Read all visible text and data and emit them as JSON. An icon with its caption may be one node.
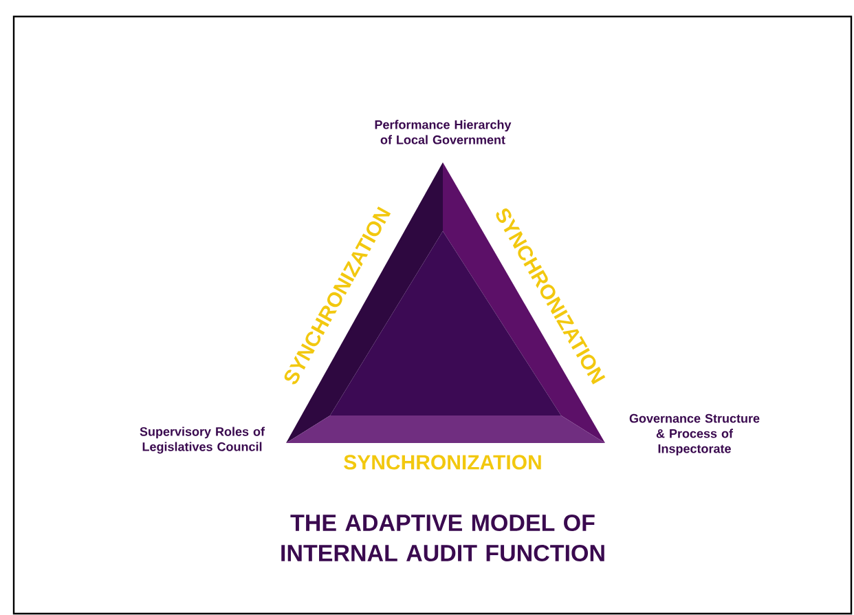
{
  "diagram": {
    "title": "THE ADAPTIVE MODEL OF INTERNAL AUDIT FUNCTION",
    "nodes": [
      {
        "text": [
          "Performance Hierarchy of Local Government"
        ]
      },
      {
        "text": [],
        "shape": "triangle"
      },
      {
        "text": [
          "Supervisory Roles of Legislatives Council"
        ]
      },
      {
        "text": [
          "Governance Structure & Process of Inspectorate"
        ]
      }
    ],
    "labels": [
      "SYNCHRONIZATION",
      "SYNCHRONIZATION",
      "SYNCHRONIZATION"
    ]
  }
}
